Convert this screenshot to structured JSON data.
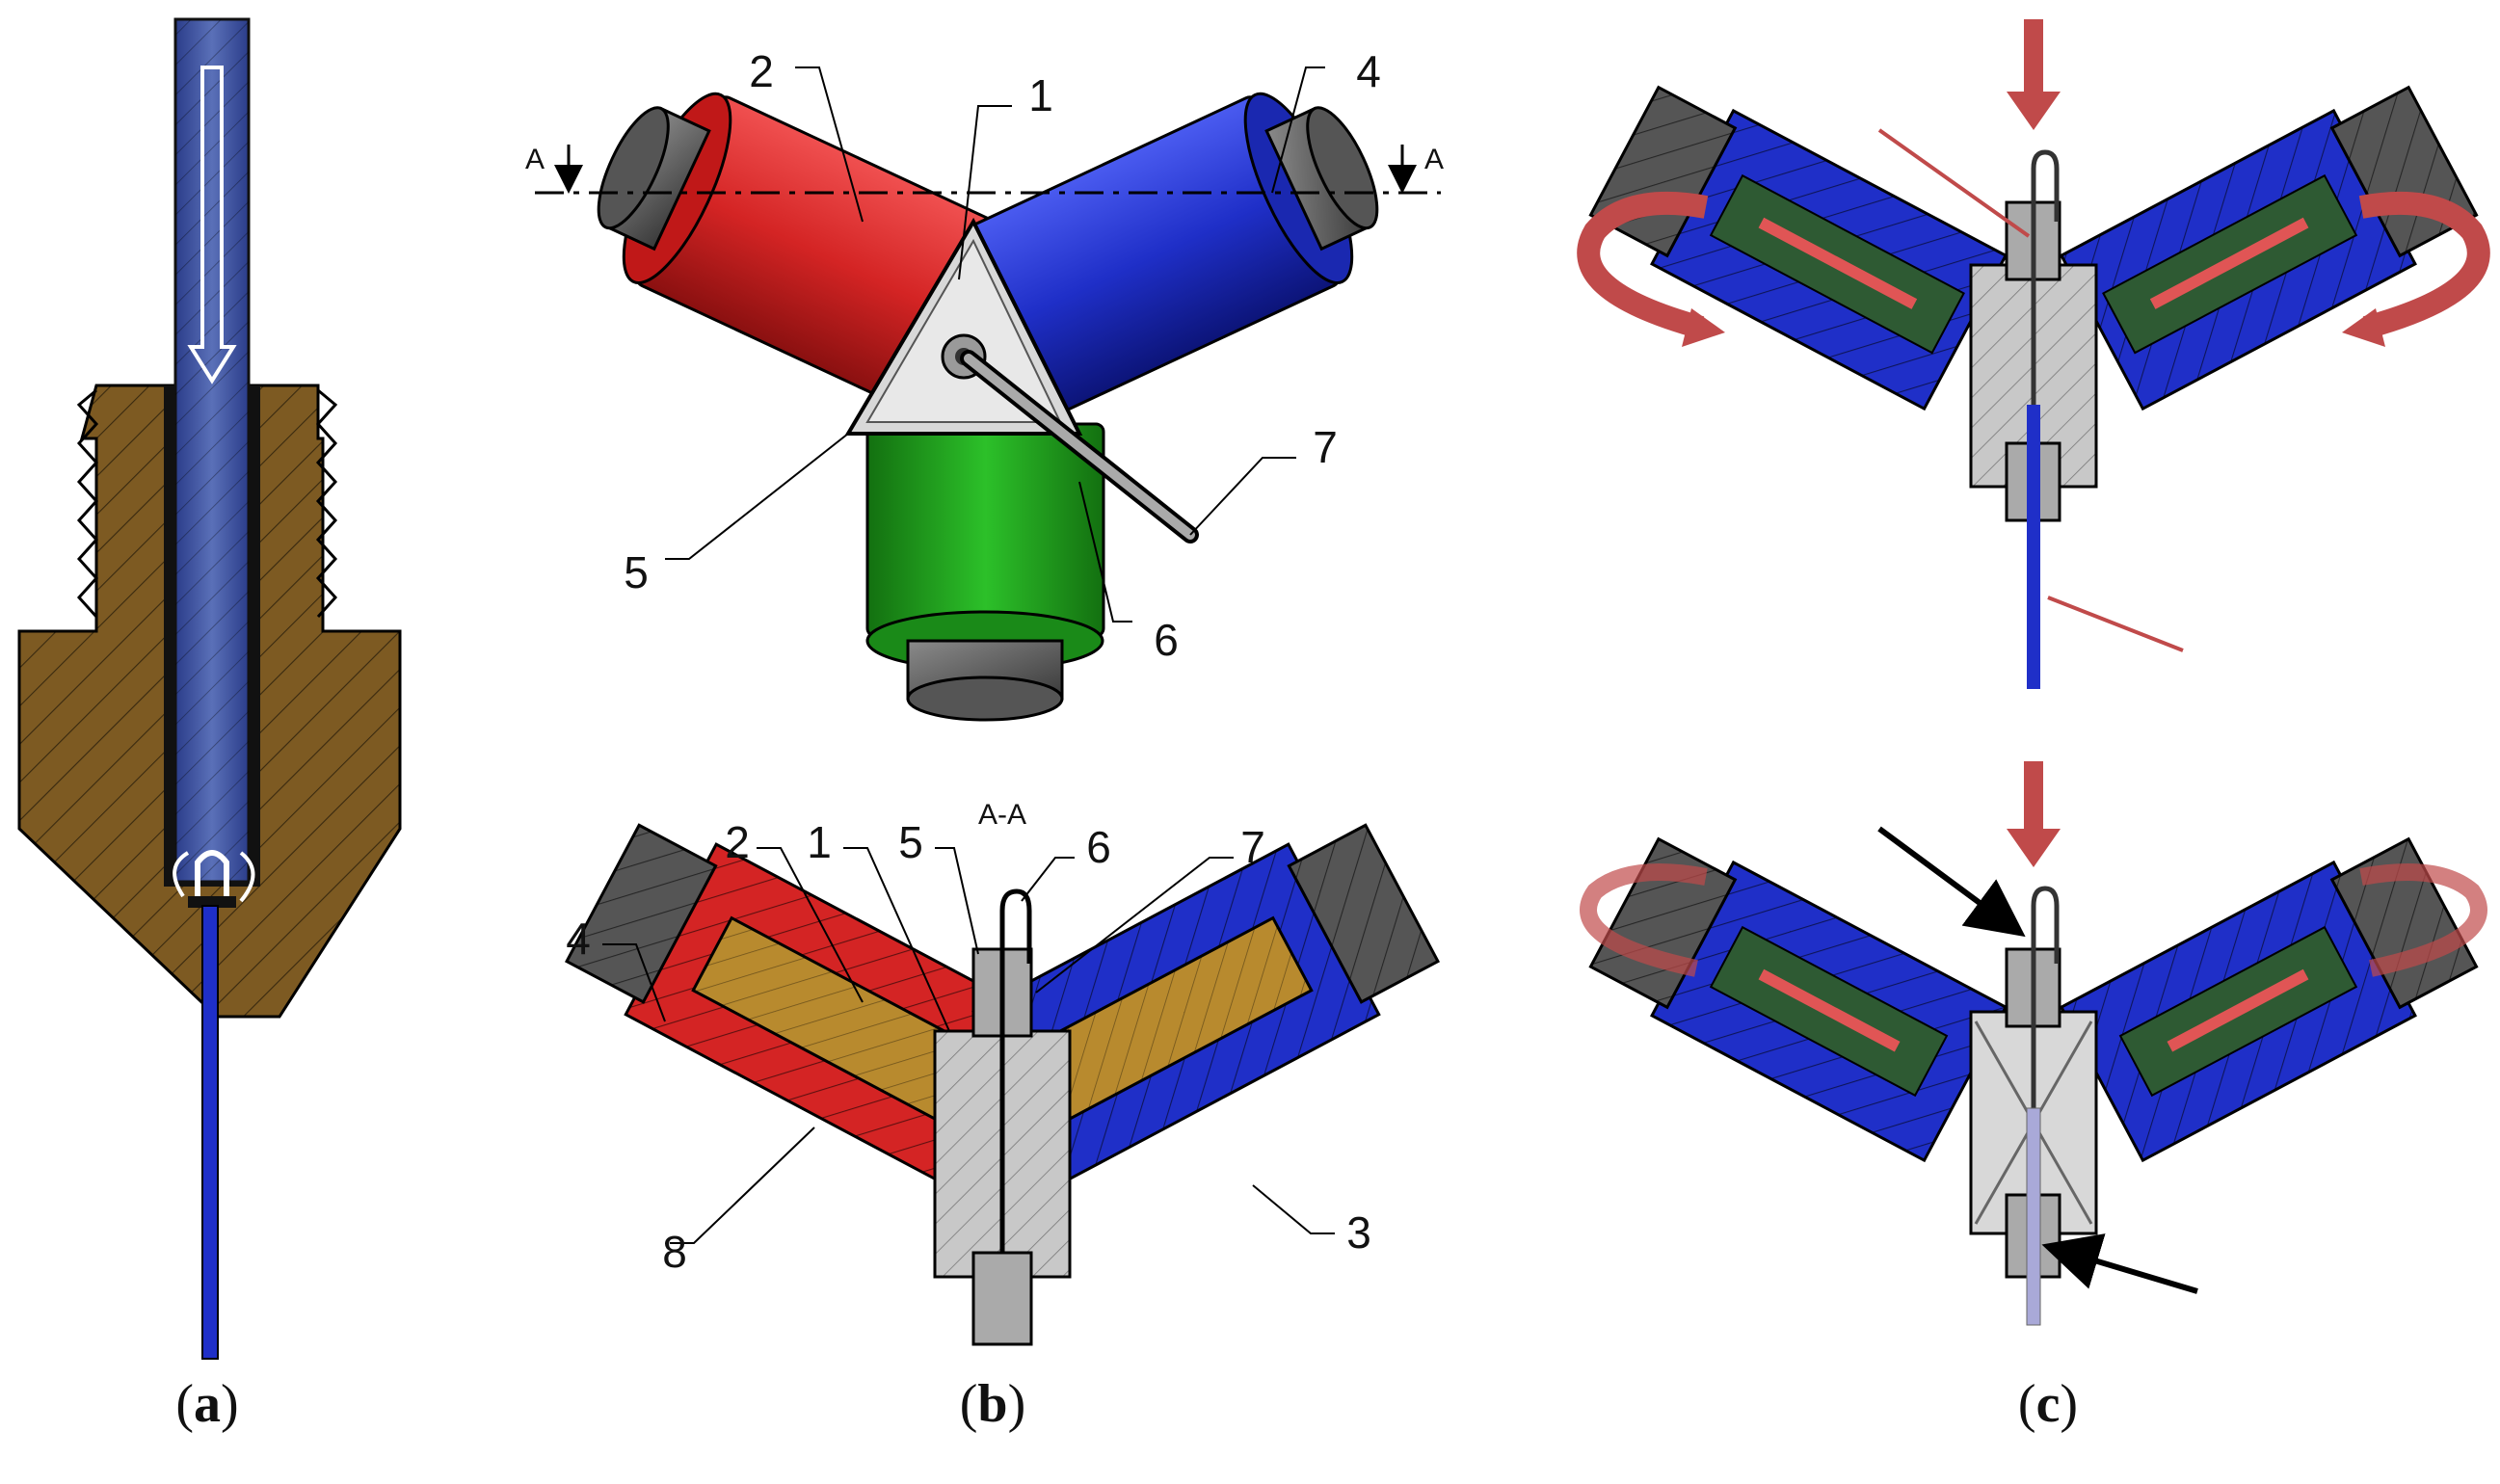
{
  "colors": {
    "brass": "#7d5a22",
    "brass_dark": "#5a3f14",
    "blue": "#1f2fc8",
    "blue_dark": "#0f1890",
    "red": "#d42424",
    "green": "#22a11f",
    "steel": "#c8c8c8",
    "dark_cap": "#4a4a4a",
    "accent_arrow": "#c04a4a",
    "filament_green": "#2e5a33"
  },
  "panel_a": {
    "caption_open": "(",
    "caption_letter": "a",
    "caption_close": ")"
  },
  "panel_b": {
    "top_labels": [
      "1",
      "2",
      "4",
      "5",
      "6",
      "7"
    ],
    "section_marker_left": "A",
    "section_marker_right": "A",
    "section_title": "A-A",
    "bottom_labels": [
      "1",
      "2",
      "3",
      "4",
      "5",
      "6",
      "7",
      "8"
    ],
    "caption_open": "(",
    "caption_letter": "b",
    "caption_close": ")"
  },
  "panel_c": {
    "caption_open": "(",
    "caption_letter": "c",
    "caption_close": ")"
  }
}
